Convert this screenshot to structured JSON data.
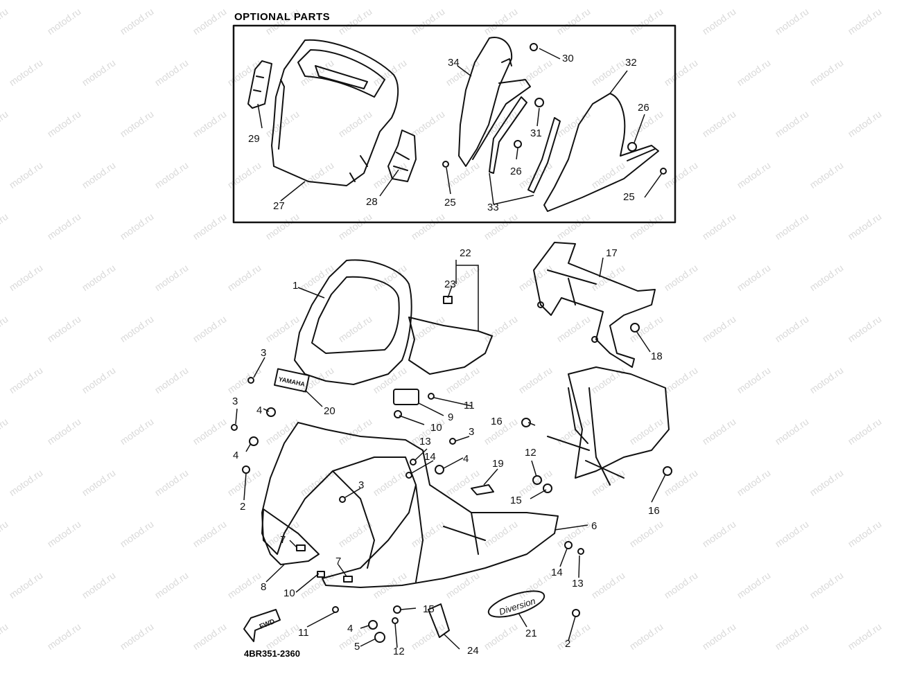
{
  "header": {
    "title": "OPTIONAL PARTS"
  },
  "footer": {
    "code": "4BR351-2360"
  },
  "watermark": "motod.ru",
  "fwd_label": "FWD",
  "brand_label": "Diversion",
  "decal_label": "YAMAHA",
  "colors": {
    "line": "#111111",
    "watermark": "#d9d9d9"
  },
  "callouts": {
    "n1": "1",
    "n2a": "2",
    "n2b": "2",
    "n3a": "3",
    "n3b": "3",
    "n3c": "3",
    "n3d": "3",
    "n4a": "4",
    "n4b": "4",
    "n4c": "4",
    "n4d": "4",
    "n5": "5",
    "n6": "6",
    "n7a": "7",
    "n7b": "7",
    "n8": "8",
    "n9": "9",
    "n10a": "10",
    "n10b": "10",
    "n11a": "11",
    "n11b": "11",
    "n12a": "12",
    "n12b": "12",
    "n13a": "13",
    "n13b": "13",
    "n14a": "14",
    "n14b": "14",
    "n15a": "15",
    "n15b": "15",
    "n16a": "16",
    "n16b": "16",
    "n17": "17",
    "n18": "18",
    "n19": "19",
    "n20": "20",
    "n21": "21",
    "n22": "22",
    "n23": "23",
    "n24": "24",
    "n25a": "25",
    "n25b": "25",
    "n26a": "26",
    "n26b": "26",
    "n27": "27",
    "n28": "28",
    "n29": "29",
    "n30": "30",
    "n31": "31",
    "n32": "32",
    "n33": "33",
    "n34": "34"
  }
}
